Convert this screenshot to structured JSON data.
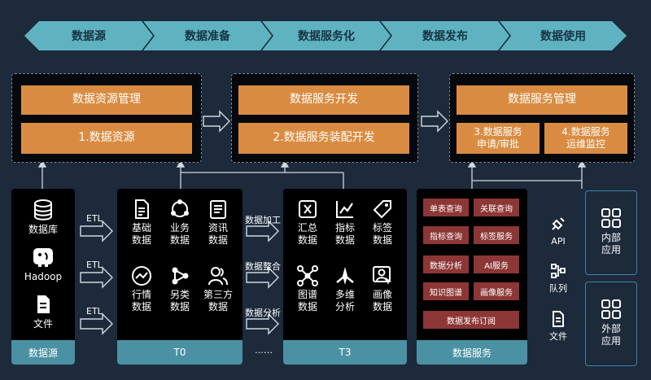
{
  "pipeline": [
    "数据源",
    "数据准备",
    "数据服务化",
    "数据发布",
    "数据使用"
  ],
  "groups": {
    "resource": {
      "title": "数据资源管理",
      "sub": "1.数据资源"
    },
    "dev": {
      "title": "数据服务开发",
      "sub": "2.数据服务装配开发"
    },
    "mgmt": {
      "title": "数据服务管理",
      "sub1": "3.数据服务\n申请/审批",
      "sub2": "4.数据服务\n运维监控"
    }
  },
  "source": {
    "items": [
      "数据库",
      "Hadoop",
      "文件"
    ],
    "footer": "数据源"
  },
  "etl": [
    "ETL",
    "ETL",
    "ETL"
  ],
  "t0": {
    "items": [
      "基础\n数据",
      "业务\n数据",
      "资讯\n数据",
      "行情\n数据",
      "另类\n数据",
      "第三方\n数据"
    ],
    "footer": "T0"
  },
  "process": [
    "数据加工",
    "数据整合",
    "数据分析"
  ],
  "ellipsis": "……",
  "t3": {
    "items": [
      "汇总\n数据",
      "指标\n数据",
      "标签\n数据",
      "图谱\n数据",
      "多维\n分析",
      "画像\n数据"
    ],
    "footer": "T3"
  },
  "services": {
    "buttons": [
      "单表查询",
      "关联查询",
      "指标查询",
      "标签服务",
      "数据分析",
      "AI服务",
      "知识图谱",
      "画像服务"
    ],
    "subscribe": "数据发布订阅",
    "footer": "数据服务"
  },
  "access": [
    "API",
    "队列",
    "文件"
  ],
  "apps": [
    "内部\n应用",
    "外部\n应用"
  ],
  "colors": {
    "bg": "#1d2a3b",
    "chevron": "#5fb3c0",
    "orange": "#d98c41",
    "red": "#8d3636",
    "teal": "#4a91a3"
  }
}
